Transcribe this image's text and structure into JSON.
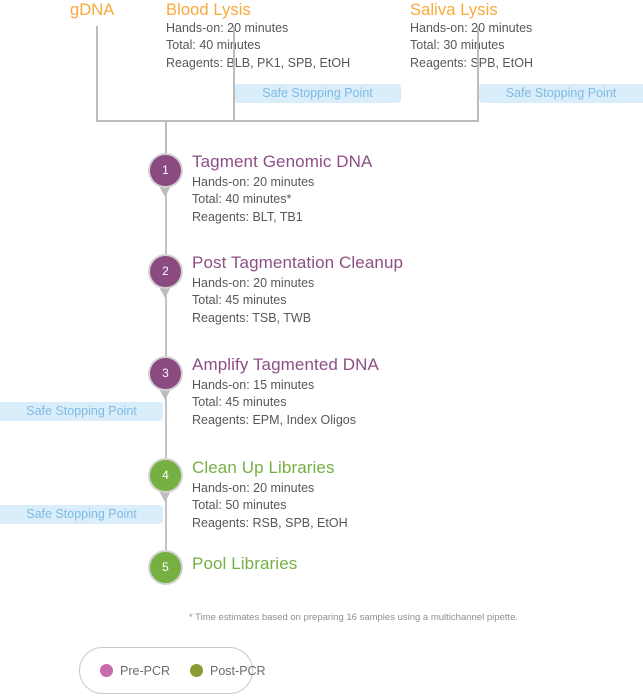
{
  "colors": {
    "orange": "#f9a939",
    "pre_pcr_purple": "#8b4a80",
    "post_pcr_green": "#76b043",
    "title_purple": "#8d4f85",
    "body_gray": "#58585a",
    "ssp_bg": "#d9edfa",
    "ssp_text": "#7fbbe3",
    "line_gray": "#bcbcbc",
    "legend_pre_dot": "#c76bab",
    "legend_post_dot": "#8a9a35"
  },
  "inputs": {
    "gdna_label": "gDNA"
  },
  "lysis_columns": [
    {
      "title": "Blood Lysis",
      "hands_on": "Hands-on: 20 minutes",
      "total": "Total: 40 minutes",
      "reagents": "Reagents: BLB, PK1, SPB, EtOH",
      "safe_stopping_point": "Safe Stopping Point"
    },
    {
      "title": "Saliva Lysis",
      "hands_on": "Hands-on: 20 minutes",
      "total": "Total: 30 minutes",
      "reagents": "Reagents: SPB, EtOH",
      "safe_stopping_point": "Safe Stopping Point"
    }
  ],
  "steps": [
    {
      "number": "1",
      "title": "Tagment Genomic DNA",
      "phase": "pre",
      "hands_on": "Hands-on: 20 minutes",
      "total": "Total: 40 minutes*",
      "reagents": "Reagents: BLT, TB1"
    },
    {
      "number": "2",
      "title": "Post Tagmentation Cleanup",
      "phase": "pre",
      "hands_on": "Hands-on: 20 minutes",
      "total": "Total: 45 minutes",
      "reagents": "Reagents: TSB, TWB"
    },
    {
      "number": "3",
      "title": "Amplify Tagmented DNA",
      "phase": "pre",
      "hands_on": "Hands-on: 15 minutes",
      "total": "Total: 45 minutes",
      "reagents": "Reagents: EPM, Index Oligos",
      "safe_stopping_point": "Safe Stopping Point"
    },
    {
      "number": "4",
      "title": "Clean Up Libraries",
      "phase": "post",
      "hands_on": "Hands-on: 20 minutes",
      "total": "Total: 50 minutes",
      "reagents": "Reagents: RSB, SPB, EtOH",
      "safe_stopping_point": "Safe Stopping Point"
    },
    {
      "number": "5",
      "title": "Pool Libraries",
      "phase": "post",
      "hands_on": "",
      "total": "",
      "reagents": ""
    }
  ],
  "footnote": "* Time estimates based on preparing 16 samples using a multichannel pipette.",
  "legend": {
    "pre_label": "Pre-PCR",
    "post_label": "Post-PCR"
  }
}
